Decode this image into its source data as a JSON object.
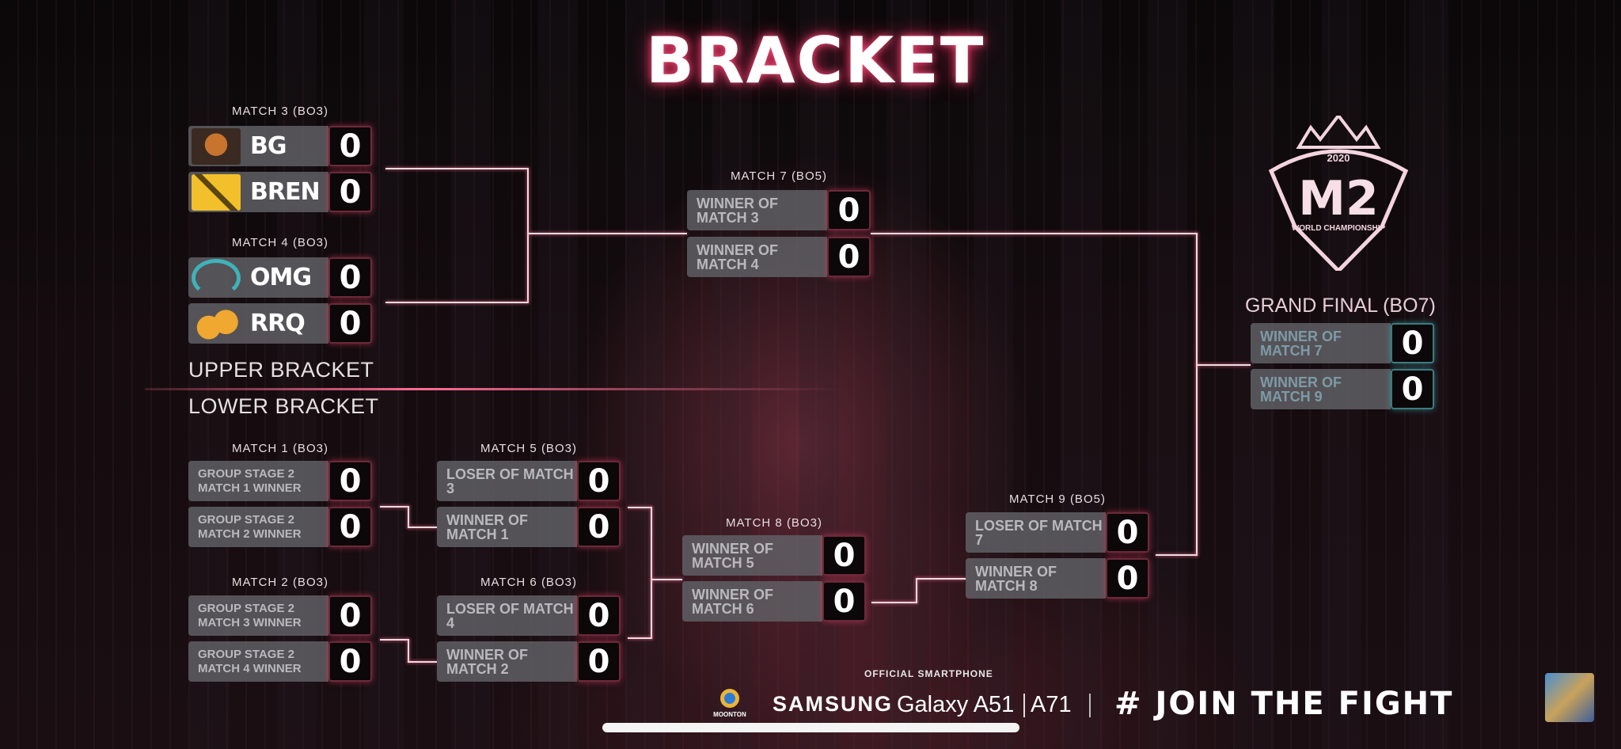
{
  "title": "BRACKET",
  "upper_label": "UPPER BRACKET",
  "lower_label": "LOWER BRACKET",
  "logo": {
    "year": "2020",
    "name": "M2",
    "subtitle": "WORLD CHAMPIONSHIP"
  },
  "matches": {
    "m3": {
      "label": "MATCH 3 (BO3)",
      "a": "BG",
      "a_score": "0",
      "b": "BREN",
      "b_score": "0"
    },
    "m4": {
      "label": "MATCH 4 (BO3)",
      "a": "OMG",
      "a_score": "0",
      "b": "RRQ",
      "b_score": "0"
    },
    "m7": {
      "label": "MATCH 7 (BO5)",
      "a": "WINNER OF MATCH 3",
      "a_score": "0",
      "b": "WINNER OF MATCH 4",
      "b_score": "0"
    },
    "gf": {
      "label": "GRAND FINAL (BO7)",
      "a": "WINNER OF MATCH 7",
      "a_score": "0",
      "b": "WINNER OF MATCH 9",
      "b_score": "0"
    },
    "m1": {
      "label": "MATCH 1 (BO3)",
      "a": "GROUP STAGE 2 MATCH 1 WINNER",
      "a_score": "0",
      "b": "GROUP STAGE 2 MATCH 2 WINNER",
      "b_score": "0"
    },
    "m2": {
      "label": "MATCH 2 (BO3)",
      "a": "GROUP STAGE 2 MATCH 3 WINNER",
      "a_score": "0",
      "b": "GROUP STAGE 2 MATCH 4 WINNER",
      "b_score": "0"
    },
    "m5": {
      "label": "MATCH 5 (BO3)",
      "a": "LOSER OF MATCH 3",
      "a_score": "0",
      "b": "WINNER OF MATCH 1",
      "b_score": "0"
    },
    "m6": {
      "label": "MATCH 6 (BO3)",
      "a": "LOSER OF MATCH 4",
      "a_score": "0",
      "b": "WINNER OF MATCH 2",
      "b_score": "0"
    },
    "m8": {
      "label": "MATCH 8 (BO3)",
      "a": "WINNER OF MATCH 5",
      "a_score": "0",
      "b": "WINNER OF MATCH 6",
      "b_score": "0"
    },
    "m9": {
      "label": "MATCH 9 (BO5)",
      "a": "LOSER OF MATCH 7",
      "a_score": "0",
      "b": "WINNER OF MATCH 8",
      "b_score": "0"
    }
  },
  "footer": {
    "official": "OFFICIAL SMARTPHONE",
    "moonton": "MOONTON",
    "samsung": "SAMSUNG",
    "galaxy": "Galaxy A51",
    "a71": "A71",
    "hashtag": "# JOIN THE FIGHT"
  },
  "colors": {
    "accent": "#ff4d7a",
    "bren": "#f2c02a",
    "omega": "#3fb2b8",
    "rrq": "#f0a830",
    "bg_logo": "#c8742e"
  }
}
